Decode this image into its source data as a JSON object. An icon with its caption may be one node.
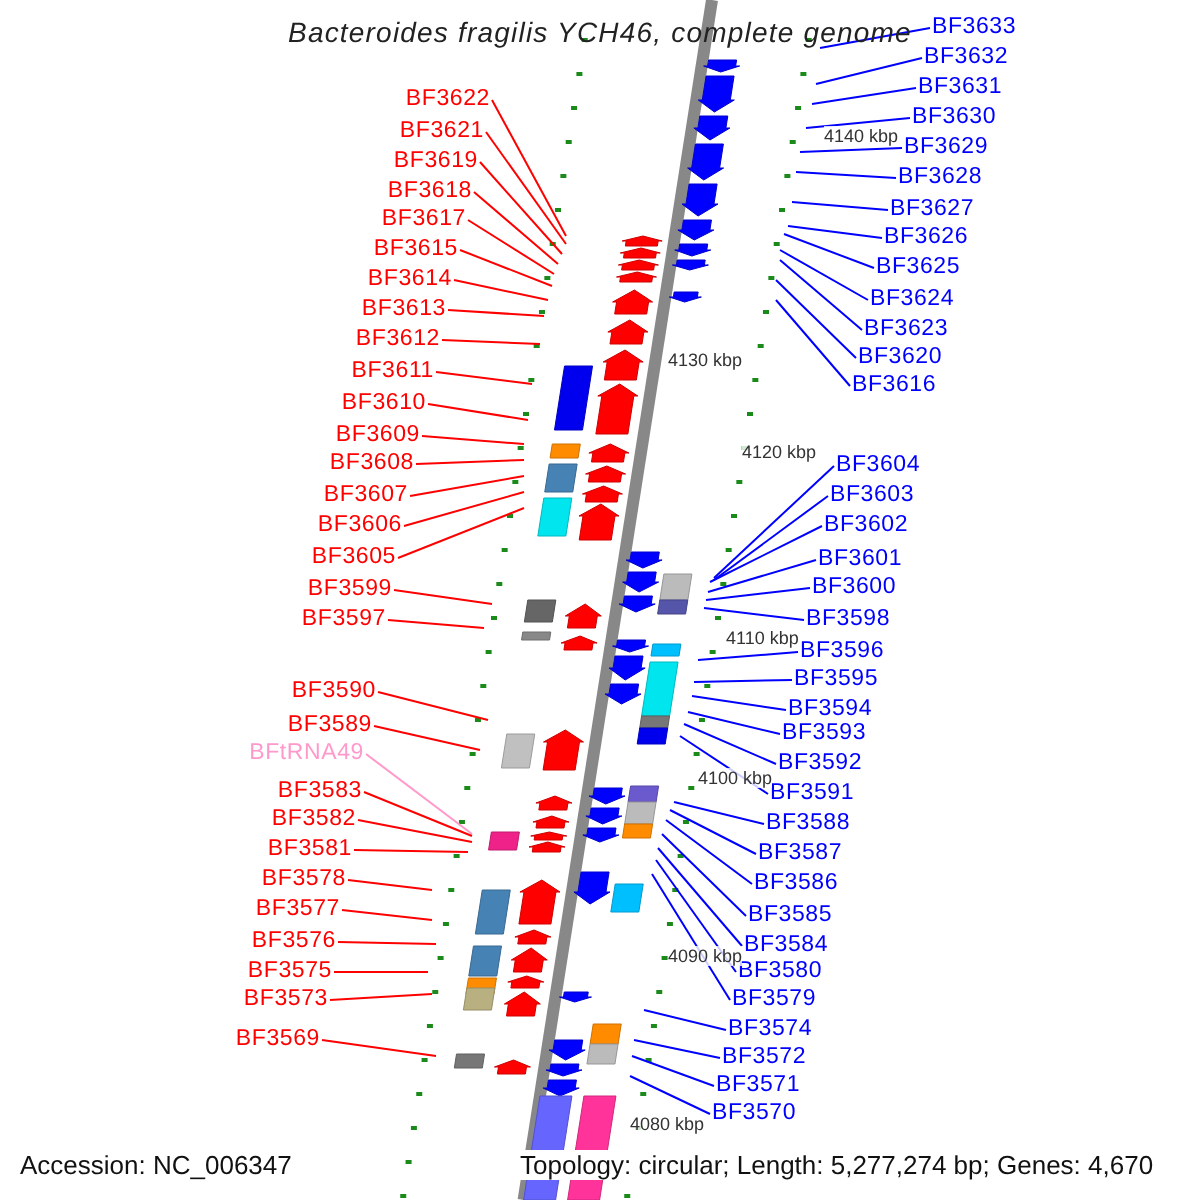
{
  "diagram": {
    "title": "Bacteroides fragilis YCH46, complete genome",
    "nodes": [
      {
        "text": [
          "BF3622"
        ]
      },
      {
        "text": [
          "BF3621"
        ]
      },
      {
        "text": [
          "BF3619"
        ]
      },
      {
        "text": [
          "BF3618"
        ]
      },
      {
        "text": [
          "BF3617"
        ]
      },
      {
        "text": [
          "BF3615"
        ]
      },
      {
        "text": [
          "BF3614"
        ]
      },
      {
        "text": [
          "BF3613"
        ]
      },
      {
        "text": [
          "BF3612"
        ]
      },
      {
        "text": [
          "BF3611"
        ]
      },
      {
        "text": [
          "BF3610"
        ]
      },
      {
        "text": [
          "BF3609"
        ]
      },
      {
        "text": [
          "BF3608"
        ]
      },
      {
        "text": [
          "BF3607"
        ]
      },
      {
        "text": [
          "BF3606"
        ]
      },
      {
        "text": [
          "BF3605"
        ]
      },
      {
        "text": [
          "BF3599"
        ]
      },
      {
        "text": [
          "BF3597"
        ]
      },
      {
        "text": [
          "BF3590"
        ]
      },
      {
        "text": [
          "BF3589"
        ]
      },
      {
        "text": [
          "BFtRNA49"
        ]
      },
      {
        "text": [
          "BF3583"
        ]
      },
      {
        "text": [
          "BF3582"
        ]
      },
      {
        "text": [
          "BF3581"
        ]
      },
      {
        "text": [
          "BF3578"
        ]
      },
      {
        "text": [
          "BF3577"
        ]
      },
      {
        "text": [
          "BF3576"
        ]
      },
      {
        "text": [
          "BF3575"
        ]
      },
      {
        "text": [
          "BF3573"
        ]
      },
      {
        "text": [
          "BF3569"
        ]
      },
      {
        "text": [
          "BF3633"
        ]
      },
      {
        "text": [
          "BF3632"
        ]
      },
      {
        "text": [
          "BF3631"
        ]
      },
      {
        "text": [
          "BF3630"
        ]
      },
      {
        "text": [
          "BF3629"
        ]
      },
      {
        "text": [
          "BF3628"
        ]
      },
      {
        "text": [
          "BF3627"
        ]
      },
      {
        "text": [
          "BF3626"
        ]
      },
      {
        "text": [
          "BF3625"
        ]
      },
      {
        "text": [
          "BF3624"
        ]
      },
      {
        "text": [
          "BF3623"
        ]
      },
      {
        "text": [
          "BF3620"
        ]
      },
      {
        "text": [
          "BF3616"
        ]
      },
      {
        "text": [
          "BF3604"
        ]
      },
      {
        "text": [
          "BF3603"
        ]
      },
      {
        "text": [
          "BF3602"
        ]
      },
      {
        "text": [
          "BF3601"
        ]
      },
      {
        "text": [
          "BF3600"
        ]
      },
      {
        "text": [
          "BF3598"
        ]
      },
      {
        "text": [
          "BF3596"
        ]
      },
      {
        "text": [
          "BF3595"
        ]
      },
      {
        "text": [
          "BF3594"
        ]
      },
      {
        "text": [
          "BF3593"
        ]
      },
      {
        "text": [
          "BF3592"
        ]
      },
      {
        "text": [
          "BF3591"
        ]
      },
      {
        "text": [
          "BF3588"
        ]
      },
      {
        "text": [
          "BF3587"
        ]
      },
      {
        "text": [
          "BF3586"
        ]
      },
      {
        "text": [
          "BF3585"
        ]
      },
      {
        "text": [
          "BF3584"
        ]
      },
      {
        "text": [
          "BF3580"
        ]
      },
      {
        "text": [
          "BF3579"
        ]
      },
      {
        "text": [
          "BF3574"
        ]
      },
      {
        "text": [
          "BF3572"
        ]
      },
      {
        "text": [
          "BF3571"
        ]
      },
      {
        "text": [
          "BF3570"
        ]
      }
    ],
    "edges": [
      {
        "from": 0,
        "to": null,
        "arrow": "none",
        "color": "#ff0000"
      },
      {
        "from": 1,
        "to": null,
        "arrow": "none",
        "color": "#ff0000"
      },
      {
        "from": 2,
        "to": null,
        "arrow": "none",
        "color": "#ff0000"
      },
      {
        "from": 3,
        "to": null,
        "arrow": "none",
        "color": "#ff0000"
      },
      {
        "from": 4,
        "to": null,
        "arrow": "none",
        "color": "#ff0000"
      },
      {
        "from": 5,
        "to": null,
        "arrow": "none",
        "color": "#ff0000"
      },
      {
        "from": 6,
        "to": null,
        "arrow": "none",
        "color": "#ff0000"
      },
      {
        "from": 7,
        "to": null,
        "arrow": "none",
        "color": "#ff0000"
      },
      {
        "from": 8,
        "to": null,
        "arrow": "none",
        "color": "#ff0000"
      },
      {
        "from": 9,
        "to": null,
        "arrow": "none",
        "color": "#ff0000"
      },
      {
        "from": 10,
        "to": null,
        "arrow": "none",
        "color": "#ff0000"
      },
      {
        "from": 11,
        "to": null,
        "arrow": "none",
        "color": "#ff0000"
      },
      {
        "from": 12,
        "to": null,
        "arrow": "none",
        "color": "#ff0000"
      },
      {
        "from": 13,
        "to": null,
        "arrow": "none",
        "color": "#ff0000"
      },
      {
        "from": 14,
        "to": null,
        "arrow": "none",
        "color": "#ff0000"
      },
      {
        "from": 15,
        "to": null,
        "arrow": "none",
        "color": "#ff0000"
      },
      {
        "from": 16,
        "to": null,
        "arrow": "none",
        "color": "#ff0000"
      },
      {
        "from": 17,
        "to": null,
        "arrow": "none",
        "color": "#ff0000"
      },
      {
        "from": 18,
        "to": null,
        "arrow": "none",
        "color": "#ff0000"
      },
      {
        "from": 19,
        "to": null,
        "arrow": "none",
        "color": "#ff0000"
      },
      {
        "from": 20,
        "to": null,
        "arrow": "none",
        "color": "#ff99cc"
      },
      {
        "from": 21,
        "to": null,
        "arrow": "none",
        "color": "#ff0000"
      },
      {
        "from": 22,
        "to": null,
        "arrow": "none",
        "color": "#ff0000"
      },
      {
        "from": 23,
        "to": null,
        "arrow": "none",
        "color": "#ff0000"
      },
      {
        "from": 24,
        "to": null,
        "arrow": "none",
        "color": "#ff0000"
      },
      {
        "from": 25,
        "to": null,
        "arrow": "none",
        "color": "#ff0000"
      },
      {
        "from": 26,
        "to": null,
        "arrow": "none",
        "color": "#ff0000"
      },
      {
        "from": 27,
        "to": null,
        "arrow": "none",
        "color": "#ff0000"
      },
      {
        "from": 28,
        "to": null,
        "arrow": "none",
        "color": "#ff0000"
      },
      {
        "from": 29,
        "to": null,
        "arrow": "none",
        "color": "#ff0000"
      },
      {
        "from": 30,
        "to": null,
        "arrow": "none"
      },
      {
        "from": 31,
        "to": null,
        "arrow": "none"
      },
      {
        "from": 32,
        "to": null,
        "arrow": "none"
      },
      {
        "from": 33,
        "to": null,
        "arrow": "none"
      },
      {
        "from": 34,
        "to": null,
        "arrow": "none"
      },
      {
        "from": 35,
        "to": null,
        "arrow": "none"
      },
      {
        "from": 36,
        "to": null,
        "arrow": "none"
      },
      {
        "from": 37,
        "to": null,
        "arrow": "none"
      },
      {
        "from": 38,
        "to": null,
        "arrow": "none"
      },
      {
        "from": 39,
        "to": null,
        "arrow": "none"
      },
      {
        "from": 40,
        "to": null,
        "arrow": "none"
      },
      {
        "from": 41,
        "to": null,
        "arrow": "none"
      },
      {
        "from": 42,
        "to": null,
        "arrow": "none"
      },
      {
        "from": 43,
        "to": null,
        "arrow": "none"
      },
      {
        "from": 44,
        "to": null,
        "arrow": "none"
      },
      {
        "from": 45,
        "to": null,
        "arrow": "none"
      },
      {
        "from": 46,
        "to": null,
        "arrow": "none"
      },
      {
        "from": 47,
        "to": null,
        "arrow": "none"
      },
      {
        "from": 48,
        "to": null,
        "arrow": "none"
      },
      {
        "from": 49,
        "to": null,
        "arrow": "none"
      },
      {
        "from": 50,
        "to": null,
        "arrow": "none"
      },
      {
        "from": 51,
        "to": null,
        "arrow": "none"
      },
      {
        "from": 52,
        "to": null,
        "arrow": "none"
      },
      {
        "from": 53,
        "to": null,
        "arrow": "none"
      },
      {
        "from": 54,
        "to": null,
        "arrow": "none"
      },
      {
        "from": 55,
        "to": null,
        "arrow": "none"
      },
      {
        "from": 56,
        "to": null,
        "arrow": "none"
      },
      {
        "from": 57,
        "to": null,
        "arrow": "none"
      },
      {
        "from": 58,
        "to": null,
        "arrow": "none"
      },
      {
        "from": 59,
        "to": null,
        "arrow": "none"
      },
      {
        "from": 60,
        "to": null,
        "arrow": "none"
      },
      {
        "from": 61,
        "to": null,
        "arrow": "none"
      },
      {
        "from": 62,
        "to": null,
        "arrow": "none"
      },
      {
        "from": 63,
        "to": null,
        "arrow": "none"
      },
      {
        "from": 64,
        "to": null,
        "arrow": "none"
      },
      {
        "from": 65,
        "to": null,
        "arrow": "none"
      }
    ],
    "labels": [
      "4140 kbp",
      "4130 kbp",
      "4120 kbp",
      "4110 kbp",
      "4100 kbp",
      "4090 kbp",
      "4080 kbp",
      "Accession: NC_006347",
      "Topology: circular; Length: 5,277,274 bp; Genes: 4,670"
    ]
  }
}
